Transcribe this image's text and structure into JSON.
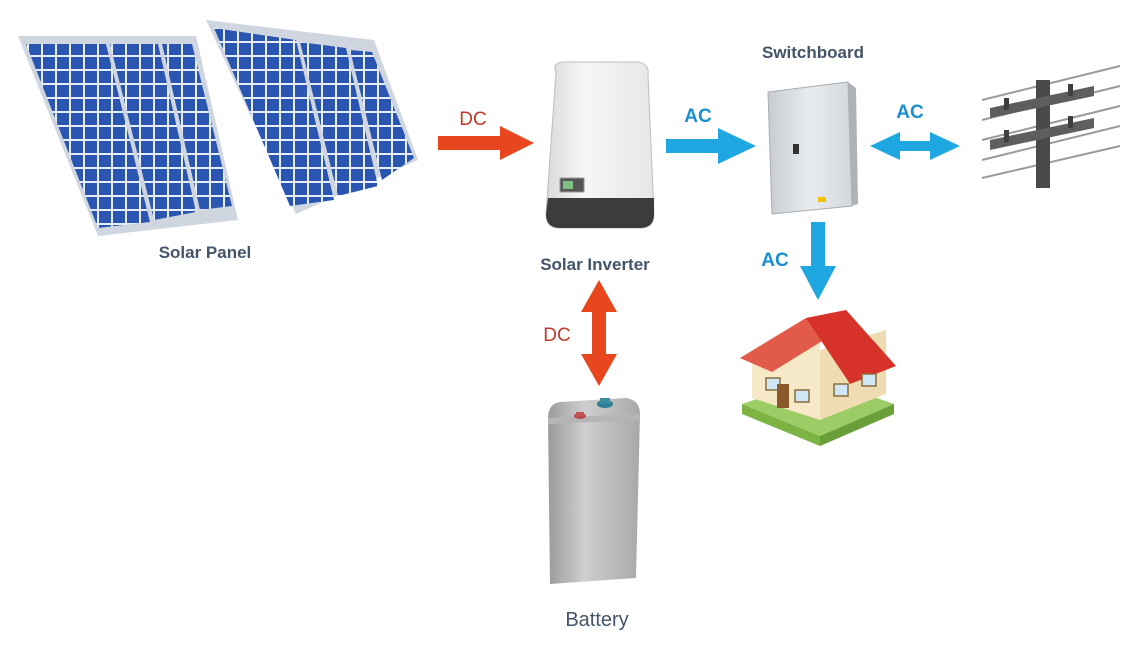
{
  "labels": {
    "solar_panel": "Solar Panel",
    "solar_inverter": "Solar Inverter",
    "switchboard": "Switchboard",
    "battery": "Battery"
  },
  "flows": {
    "panel_to_inverter": "DC",
    "inverter_to_switchboard": "AC",
    "switchboard_grid": "AC",
    "switchboard_to_house": "AC",
    "inverter_battery": "DC"
  },
  "colors": {
    "dc_arrow": "#e8461f",
    "ac_arrow": "#1ea7e1",
    "dc_text": "#c0392b",
    "ac_text": "#1a8fd0",
    "label_text": "#44546a",
    "panel_cell": "#2a55b0",
    "panel_frame": "#cfd6e0",
    "roof": "#d7322a"
  },
  "icons": {
    "solar_panels": "solar-panel-icon",
    "inverter": "inverter-icon",
    "switchboard": "switchboard-icon",
    "grid": "power-pole-icon",
    "house": "house-icon",
    "battery": "battery-icon"
  }
}
